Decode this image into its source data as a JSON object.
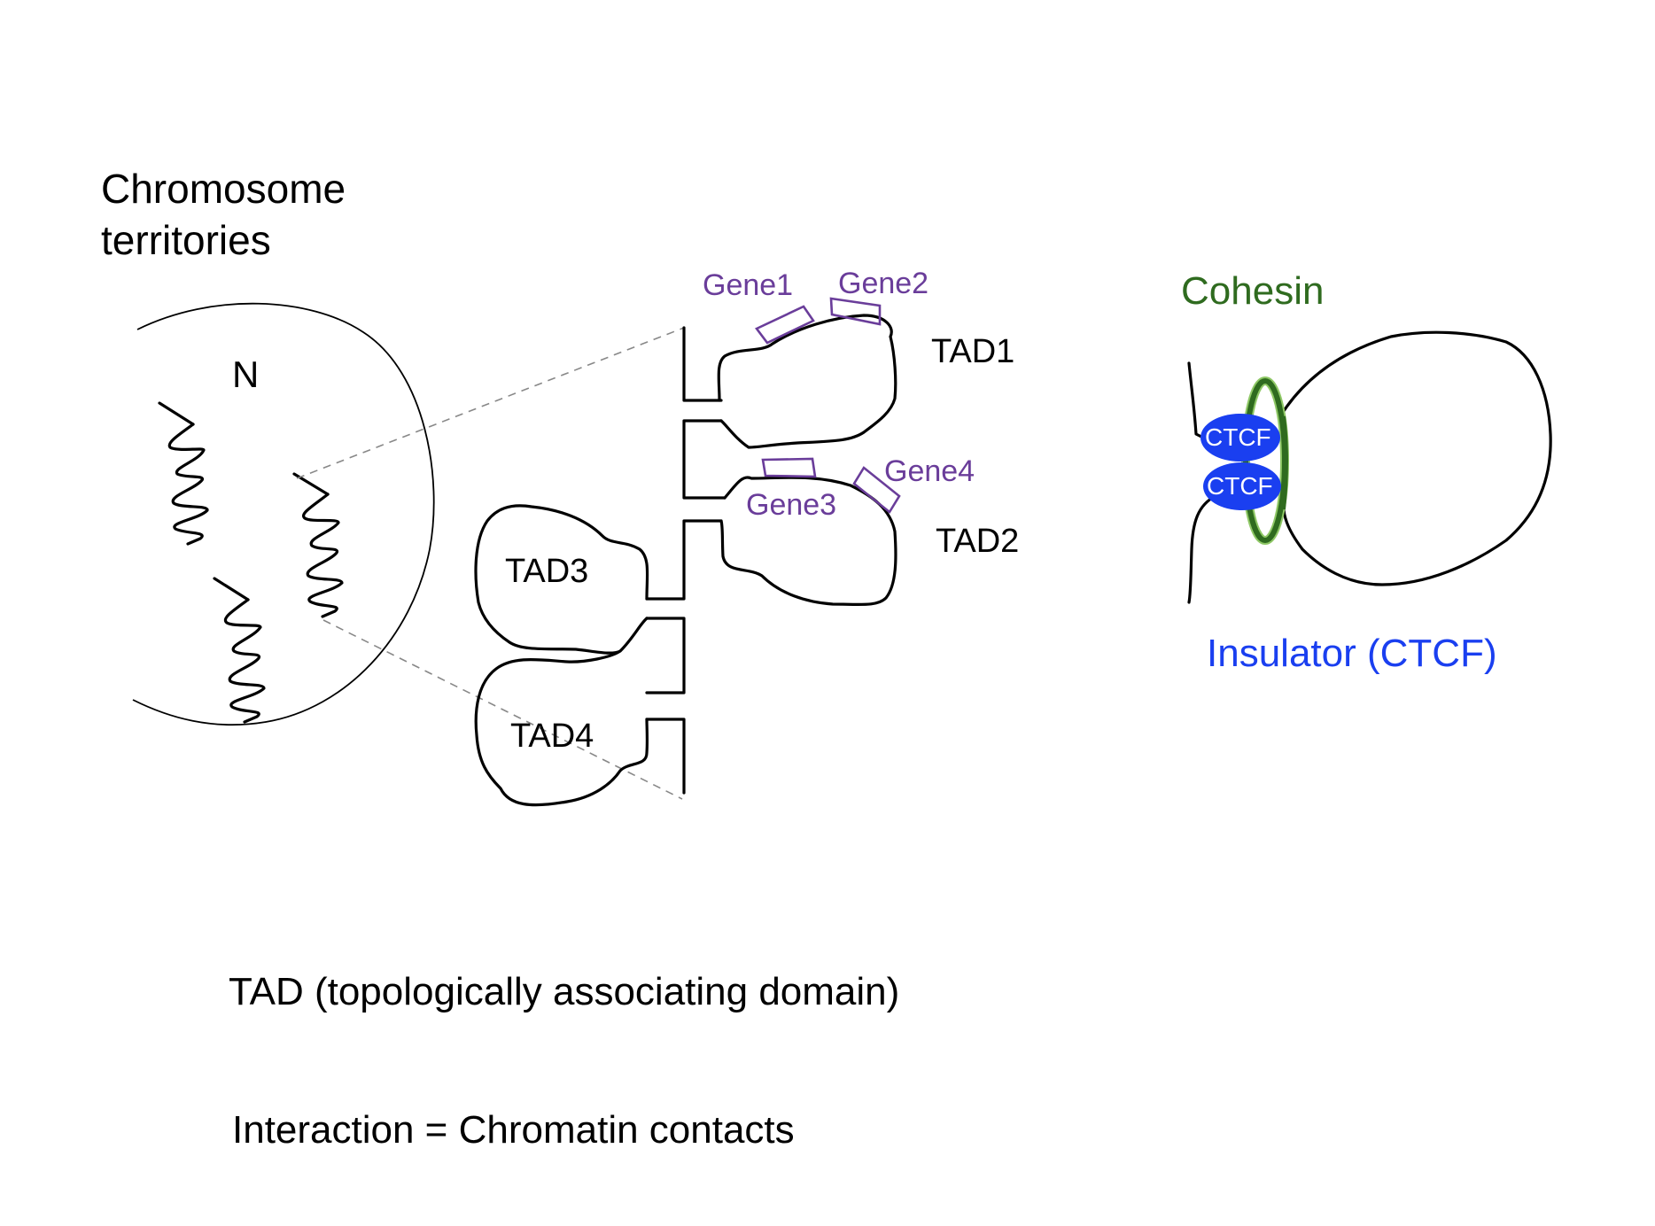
{
  "labels": {
    "chromosome_territories_line1": "Chromosome",
    "chromosome_territories_line2": "territories",
    "nucleus": "N",
    "tad1": "TAD1",
    "tad2": "TAD2",
    "tad3": "TAD3",
    "tad4": "TAD4",
    "gene1": "Gene1",
    "gene2": "Gene2",
    "gene3": "Gene3",
    "gene4": "Gene4",
    "cohesin": "Cohesin",
    "ctcf_top": "CTCF",
    "ctcf_bottom": "CTCF",
    "insulator": "Insulator (CTCF)",
    "tad_definition": "TAD (topologically associating domain)",
    "interaction_definition": "Interaction = Chromatin contacts"
  },
  "colors": {
    "gene": "#6a3d9a",
    "cohesin_dark": "#2f6b1f",
    "cohesin_light": "#8fc866",
    "ctcf_fill": "#1a3ff0",
    "insulator_text": "#1a3ff0",
    "outline": "#000000",
    "zoom_guide": "#888888"
  }
}
